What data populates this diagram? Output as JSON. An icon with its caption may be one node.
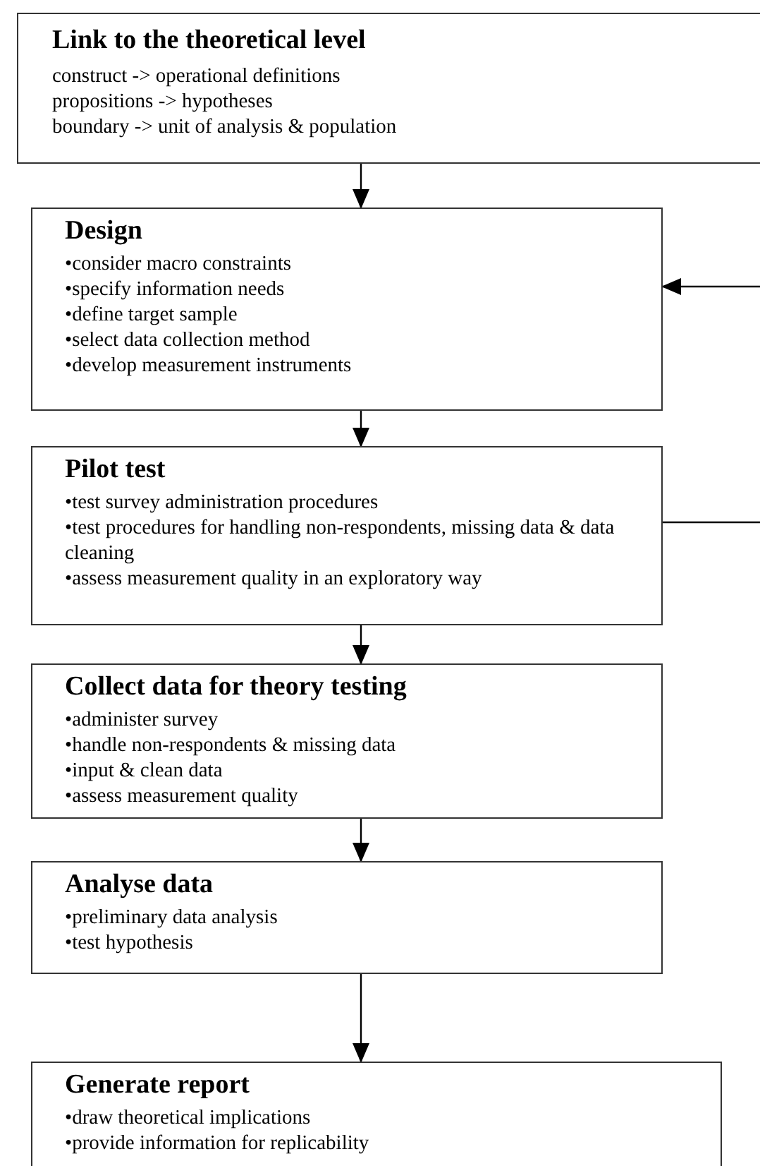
{
  "diagram": {
    "nodes": [
      {
        "text": [
          "Link to the theoretical level",
          "construct -> operational definitions",
          "propositions -> hypotheses",
          "boundary -> unit of analysis & population"
        ]
      },
      {
        "text": [
          "Design",
          "•consider macro constraints",
          "•specify information needs",
          "•define target sample",
          "•select data collection method",
          "•develop measurement instruments"
        ]
      },
      {
        "text": [
          "Pilot test",
          "•test survey administration procedures",
          "•test procedures for handling non-respondents, missing data & data cleaning",
          "•assess measurement quality in an exploratory way"
        ]
      },
      {
        "text": [
          "Collect data for theory testing",
          "•administer survey",
          "•handle non-respondents & missing data",
          "•input & clean data",
          "•assess measurement quality"
        ]
      },
      {
        "text": [
          "Analyse data",
          "•preliminary data analysis",
          "•test hypothesis"
        ]
      },
      {
        "text": [
          "Generate report",
          "•draw theoretical implications",
          "•provide information for replicability"
        ]
      }
    ],
    "edges": [
      {
        "from": 0,
        "to": 1,
        "arrow": "to"
      },
      {
        "from": 1,
        "to": 2,
        "arrow": "to"
      },
      {
        "from": 2,
        "to": 3,
        "arrow": "to"
      },
      {
        "from": 3,
        "to": 4,
        "arrow": "to"
      },
      {
        "from": 4,
        "to": 5,
        "arrow": "to"
      },
      {
        "from": 2,
        "to": 1,
        "arrow": "to"
      }
    ]
  }
}
